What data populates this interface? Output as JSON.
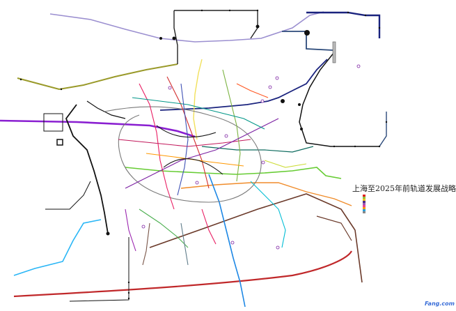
{
  "map": {
    "title": "上海至2025年前轨道发展战略",
    "watermark": "Fang.com",
    "legend": {
      "entries": [
        {
          "color": "#e02020"
        },
        {
          "color": "#8fbf3f"
        },
        {
          "color": "#f0c020"
        },
        {
          "color": "#4b2e83"
        },
        {
          "color": "#9b59b6"
        },
        {
          "color": "#e84393"
        },
        {
          "color": "#f39c12"
        },
        {
          "color": "#2a9fd6"
        },
        {
          "color": "#888888"
        }
      ]
    },
    "lines": [
      {
        "name": "red-ring",
        "color": "#c0282a"
      },
      {
        "name": "purple-east-west",
        "color": "#8a1fd1"
      },
      {
        "name": "navy-north",
        "color": "#1a237e"
      },
      {
        "name": "olive-north",
        "color": "#9a9a2a"
      },
      {
        "name": "lavender-north",
        "color": "#9b8fd0"
      },
      {
        "name": "brown-southeast",
        "color": "#6b3a2a"
      },
      {
        "name": "cyan-southwest",
        "color": "#29b6f6"
      },
      {
        "name": "green-east",
        "color": "#66cc33"
      },
      {
        "name": "black-west",
        "color": "#111111"
      },
      {
        "name": "blue-south",
        "color": "#1e88e5"
      },
      {
        "name": "orange-east",
        "color": "#f08c2a"
      },
      {
        "name": "yellow-north",
        "color": "#f1e05a"
      },
      {
        "name": "steel-northeast",
        "color": "#2c4a7a"
      },
      {
        "name": "teal-east",
        "color": "#0d6b5e"
      },
      {
        "name": "pink-center",
        "color": "#e91e63"
      },
      {
        "name": "magenta-center",
        "color": "#c2185b"
      },
      {
        "name": "gray-center",
        "color": "#7a7a7a"
      },
      {
        "name": "red-center",
        "color": "#d32f2f"
      },
      {
        "name": "light-green-center",
        "color": "#7cb342"
      },
      {
        "name": "purple-center",
        "color": "#7b1fa2"
      }
    ]
  }
}
